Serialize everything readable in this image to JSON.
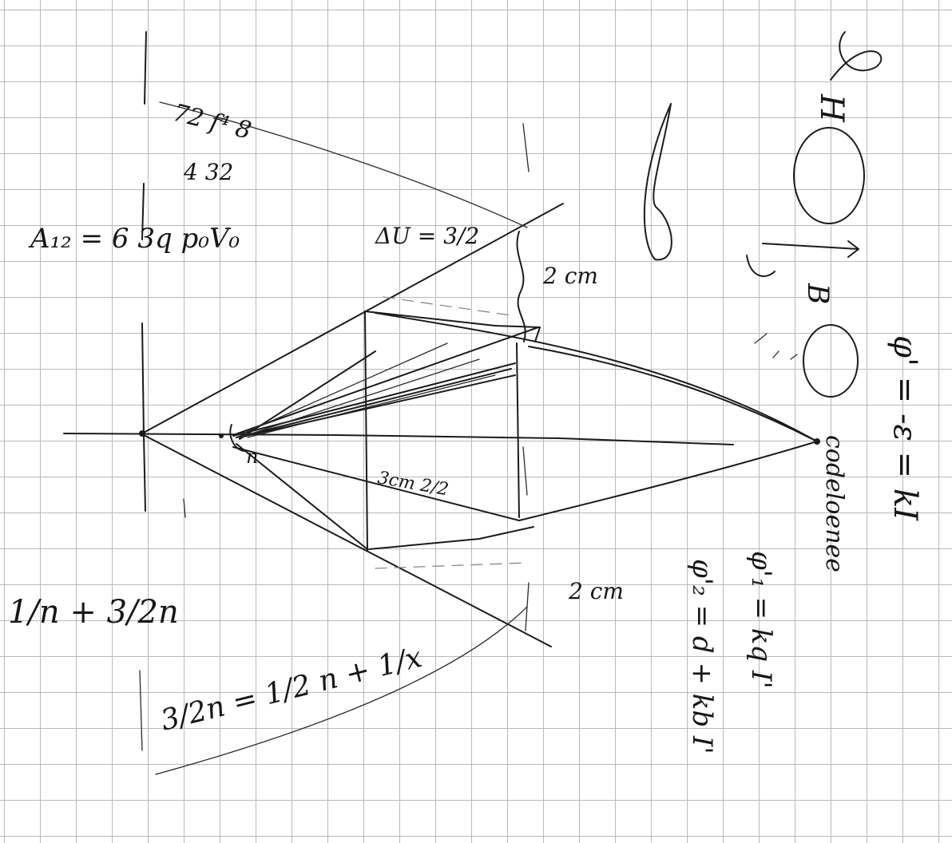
{
  "notes": {
    "top_fraction_numer": "72 f⁴ 8",
    "top_fraction_denom": "4 32",
    "work_equation": "A₁₂ = 6 3q p₀V₀",
    "delta_u": "ΔU = 3/2",
    "label_top_2cm": "2 cm",
    "label_mid_3cm": "3cm 2/2",
    "label_bottom_2cm": "2 cm",
    "eq_left_top": "1/n + 3/2n",
    "eq_left_bottom": "3/2n = 1/2 n + 1/x",
    "rotated_substance": "codeloenee",
    "rotated_phi1": "φ'₁ = kq I'",
    "rotated_phi2": "φ'₂ = d + kb I'",
    "rotated_phi": "φ' = -ε = kI",
    "label_H": "H",
    "label_B": "B",
    "label_n": "n"
  }
}
